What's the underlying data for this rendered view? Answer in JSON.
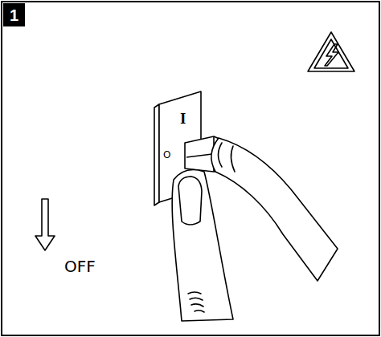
{
  "diagram": {
    "nodes": [
      {
        "text": [
          "1"
        ]
      }
    ],
    "labels": [
      "I",
      "O",
      "OFF"
    ]
  }
}
